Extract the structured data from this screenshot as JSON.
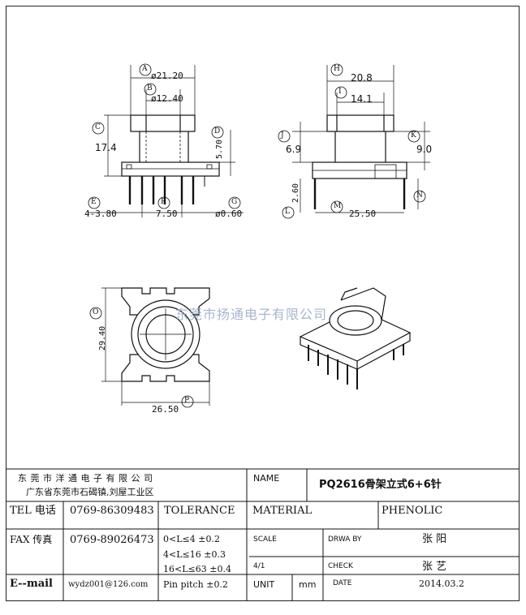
{
  "drawing": {
    "front": {
      "A": "A",
      "A_val": "ø21.20",
      "B": "B",
      "B_val": "ø12.40",
      "C": "C",
      "C_val": "17.4",
      "D": "D",
      "D_val": "5.70",
      "E": "E",
      "E_val": "4-3.80",
      "F": "F",
      "F_val": "7.50",
      "G": "G",
      "G_val": "ø0.60"
    },
    "side": {
      "H": "H",
      "H_val": "20.8",
      "I": "I",
      "I_val": "14.1",
      "J": "J",
      "J_val": "6.9",
      "K": "K",
      "K_val": "9.0",
      "L": "L",
      "L_val": "2.60",
      "M": "M",
      "M_val": "25.50",
      "N": "N"
    },
    "top": {
      "O": "O",
      "O_val": "29.40",
      "P": "P",
      "P_val": "26.50"
    },
    "watermark": "东莞市扬通电子有限公司"
  },
  "titleblock": {
    "company": "东 莞 市 洋 通 电 子 有 限 公 司",
    "address": "广东省东莞市石碣镇,刘屋工业区",
    "name_label": "NAME",
    "name_value": "PQ2616骨架立式6+6针",
    "tel_label": "TEL 电话",
    "tel_value": "0769-86309483",
    "tolerance_label": "TOLERANCE",
    "material_label": "MATERIAL",
    "material_value": "PHENOLIC",
    "fax_label": "FAX 传真",
    "fax_value": "0769-89026473",
    "tol1": "0<L≤4   ±0.2",
    "tol2": "4<L≤16  ±0.3",
    "tol3": "16<L≤63 ±0.4",
    "tol4": "Pin pitch ±0.2",
    "scale_label": "SCALE",
    "scale_value": "4/1",
    "drawby_label": "DRWA BY",
    "drawby_value": "张 阳",
    "check_label": "CHECK",
    "check_value": "张 艺",
    "email_label": "E--mail",
    "email_value": "wydz001@126.com",
    "unit_label": "UNIT",
    "unit_value": "mm",
    "date_label": "DATE",
    "date_value": "2014.03.2"
  }
}
